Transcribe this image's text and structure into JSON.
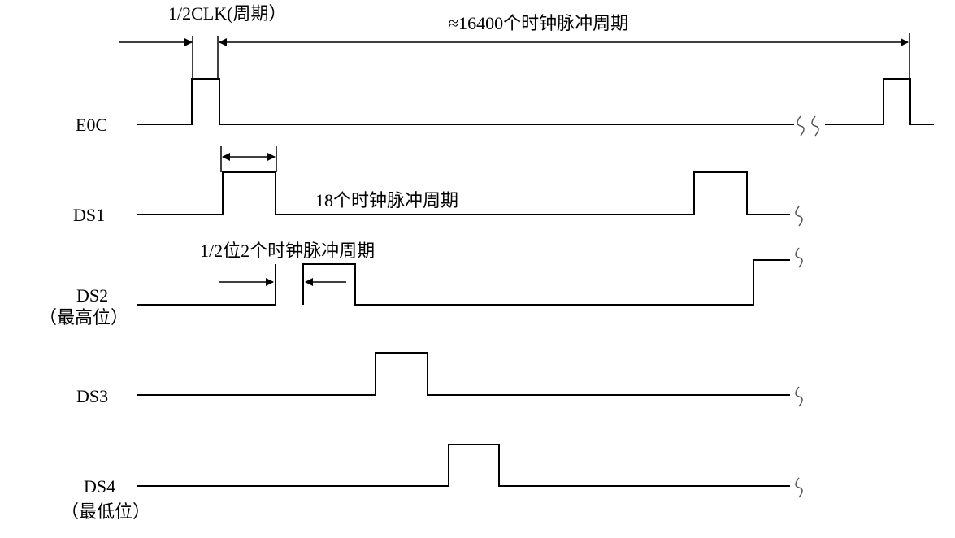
{
  "annotations": {
    "half_clk": "1/2CLK(周期）",
    "eoc_period": "≈16400个时钟脉冲周期",
    "ds1_period": "18个时钟脉冲周期",
    "half_bit": "1/2位2个时钟脉冲周期"
  },
  "signals": [
    {
      "name": "E0C",
      "note": ""
    },
    {
      "name": "DS1",
      "note": ""
    },
    {
      "name": "DS2",
      "note": "（最高位）"
    },
    {
      "name": "DS3",
      "note": ""
    },
    {
      "name": "DS4",
      "note": "（最低位）"
    }
  ],
  "colors": {
    "line": "#000000",
    "background": "#ffffff"
  }
}
